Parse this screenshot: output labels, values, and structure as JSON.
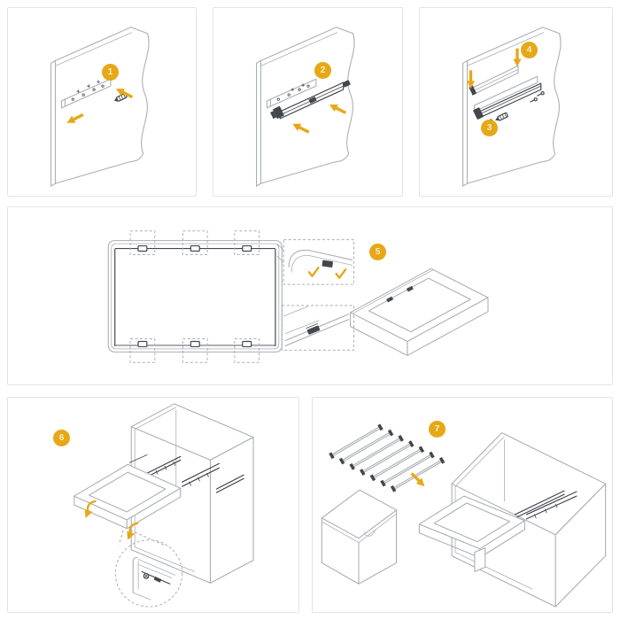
{
  "colors": {
    "accent": "#E6A817",
    "badge-text": "#FBEFCB",
    "line": "#AAAEB5",
    "line-dark": "#43474D",
    "panel-border": "#E4E4E4",
    "background": "#FFFFFF"
  },
  "steps": {
    "s1": "1",
    "s2": "2",
    "s3": "3",
    "s4": "4",
    "s5": "5",
    "s6": "6",
    "s7": "7"
  },
  "icons": {
    "direction_arrow": "solid-amber-arrow",
    "check_mark": "amber-checkmark",
    "detail_view": "dashed-zoom-circle"
  }
}
